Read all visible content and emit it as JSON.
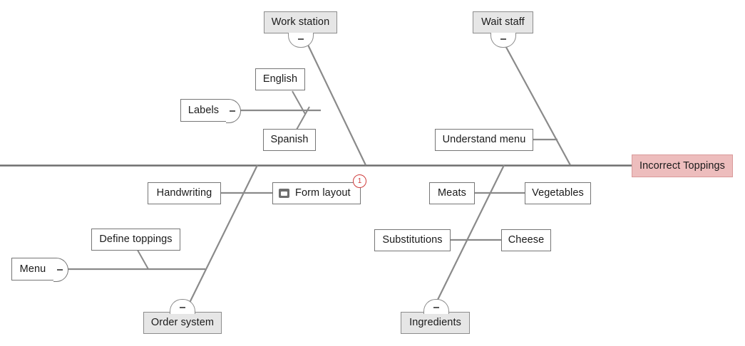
{
  "diagram": {
    "type": "fishbone-ishikawa",
    "title": "Incorrect Toppings",
    "head": {
      "label": "Incorrect Toppings",
      "fill": "#edbdbd",
      "border": "#d99a9a"
    },
    "line_color": "#6e6e6e",
    "category_fill": "#e6e6e6",
    "node_fill": "#ffffff",
    "node_border": "#767676",
    "badge_color": "#cf3b3b",
    "categories": [
      {
        "name": "work-station",
        "label": "Work station",
        "position": "top-left",
        "collapsed_indicator": "minus",
        "causes": [
          {
            "label": "English"
          },
          {
            "label": "Spanish"
          },
          {
            "label": "Labels",
            "collapsed_indicator": "minus"
          }
        ]
      },
      {
        "name": "wait-staff",
        "label": "Wait staff",
        "position": "top-right",
        "collapsed_indicator": "minus",
        "causes": [
          {
            "label": "Understand menu"
          }
        ]
      },
      {
        "name": "order-system",
        "label": "Order system",
        "position": "bottom-left",
        "collapsed_indicator": "minus",
        "causes": [
          {
            "label": "Handwriting"
          },
          {
            "label": "Form layout",
            "icon": "note-icon",
            "badge": "1"
          },
          {
            "label": "Define toppings"
          },
          {
            "label": "Menu",
            "collapsed_indicator": "minus"
          }
        ]
      },
      {
        "name": "ingredients",
        "label": "Ingredients",
        "position": "bottom-right",
        "collapsed_indicator": "minus",
        "causes": [
          {
            "label": "Meats"
          },
          {
            "label": "Vegetables"
          },
          {
            "label": "Substitutions"
          },
          {
            "label": "Cheese"
          }
        ]
      }
    ],
    "nodes": {
      "work_station": "Work station",
      "wait_staff": "Wait staff",
      "english": "English",
      "spanish": "Spanish",
      "labels": "Labels",
      "understand_menu": "Understand menu",
      "handwriting": "Handwriting",
      "form_layout": "Form layout",
      "define_toppings": "Define toppings",
      "menu": "Menu",
      "order_system": "Order system",
      "meats": "Meats",
      "vegetables": "Vegetables",
      "substitutions": "Substitutions",
      "cheese": "Cheese",
      "ingredients": "Ingredients",
      "form_layout_badge": "1"
    }
  }
}
